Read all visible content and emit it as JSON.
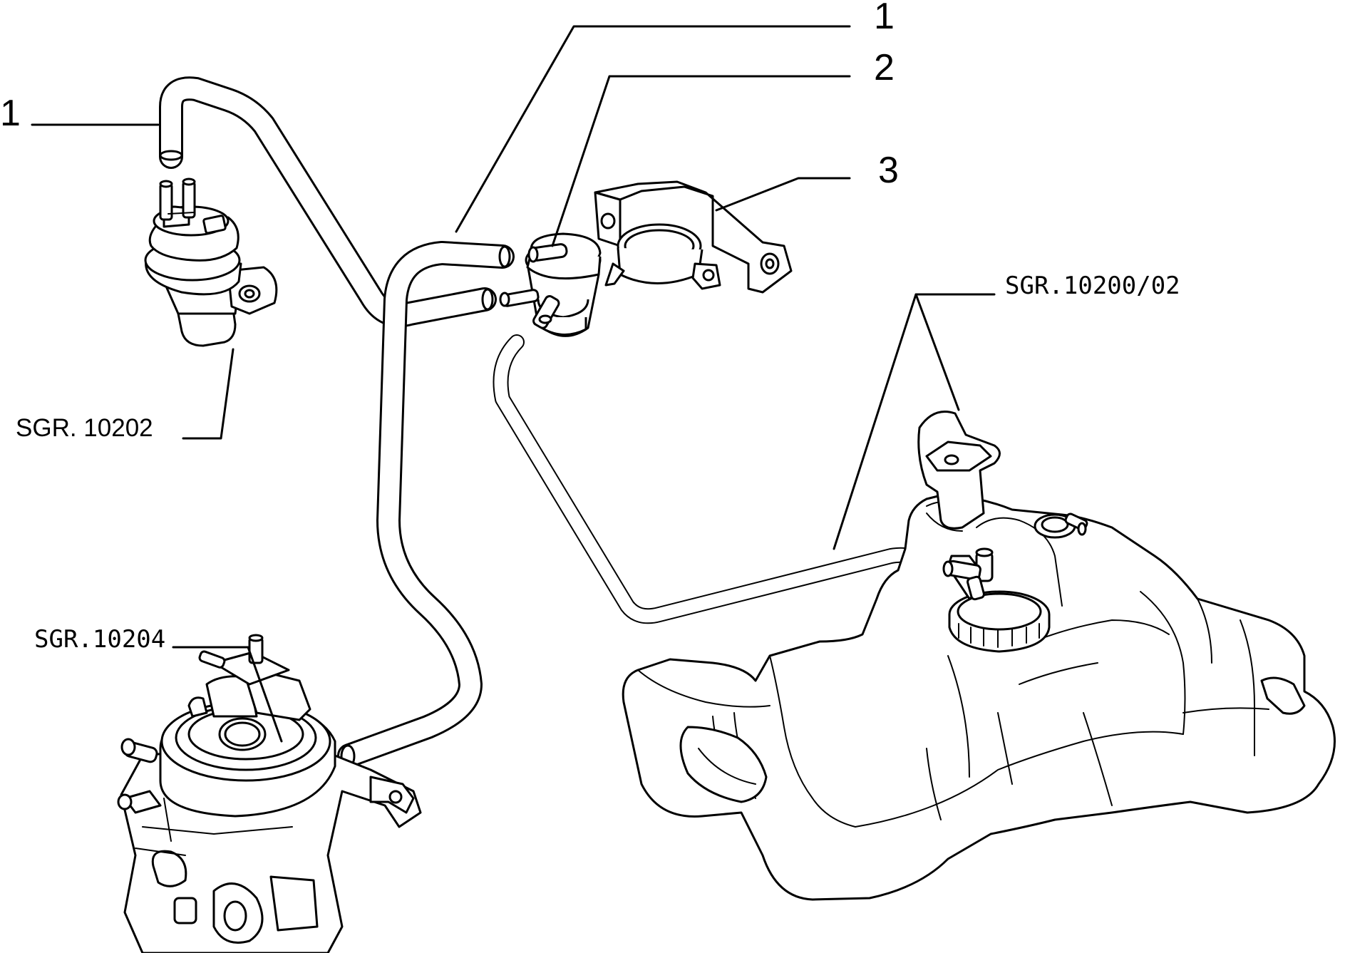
{
  "callouts": {
    "hose_left": "1",
    "hose_top": "1",
    "valve": "2",
    "bracket": "3"
  },
  "references": {
    "fuel_pump": "SGR. 10202",
    "throttle_body": "SGR.10204",
    "fuel_tank": "SGR.10200/02"
  },
  "colors": {
    "ink": "#000000",
    "paper": "#ffffff"
  }
}
